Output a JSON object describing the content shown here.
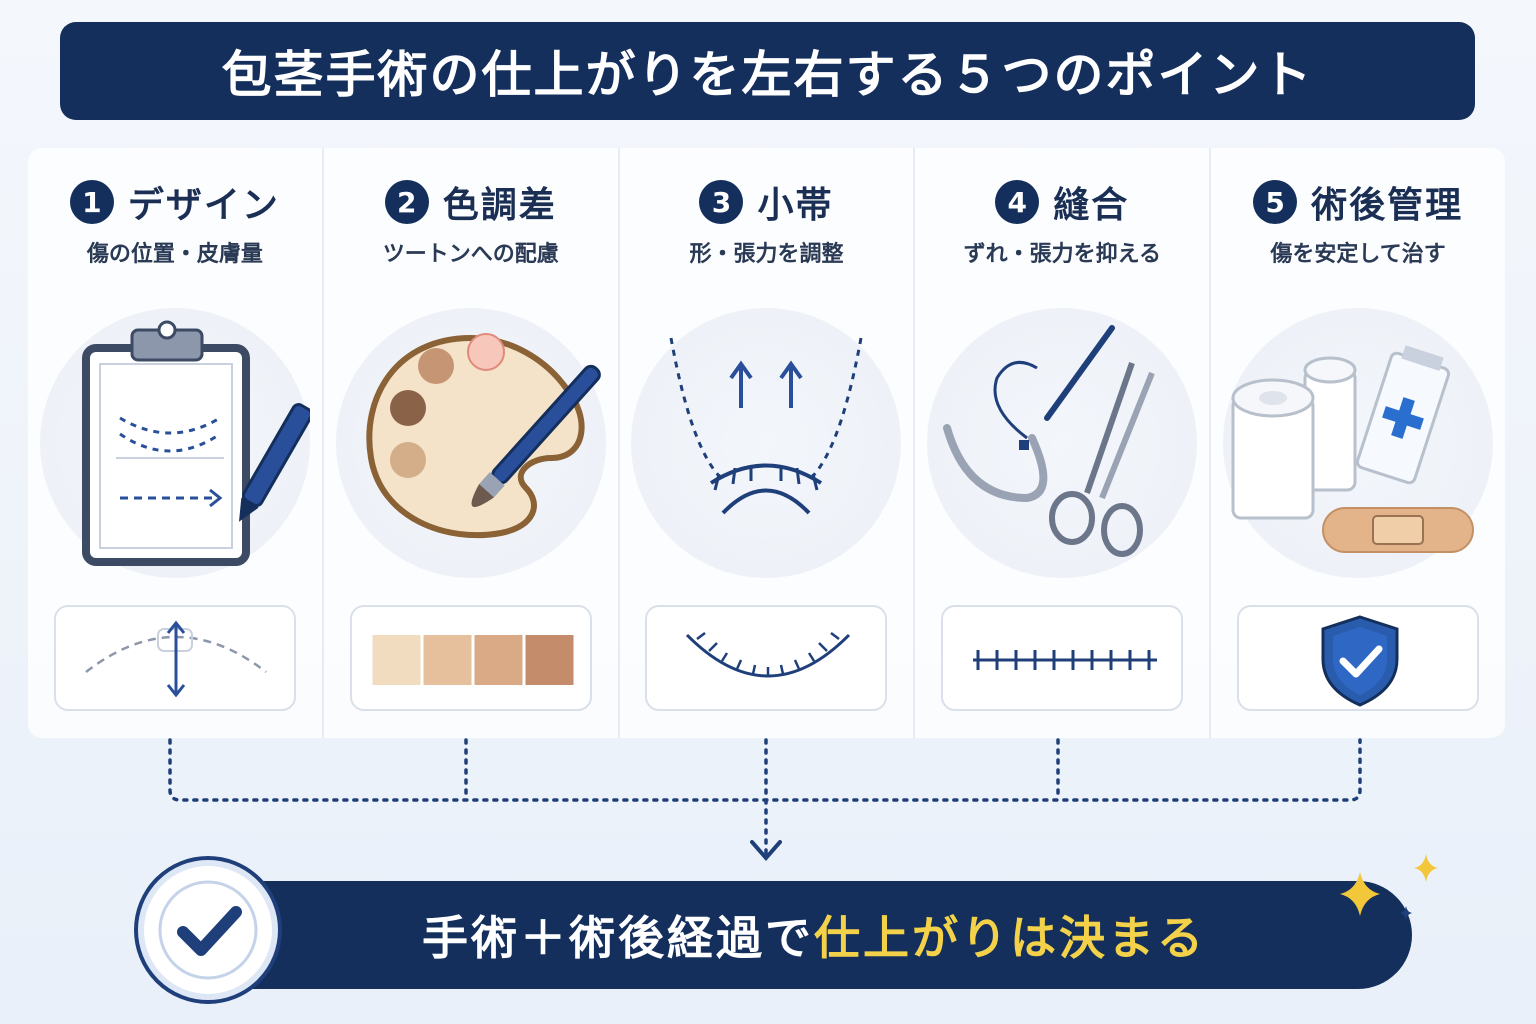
{
  "title": "包茎手術の仕上がりを左右する５つのポイント",
  "points": [
    {
      "num": "1",
      "title": "デザイン",
      "subtitle": "傷の位置・皮膚量",
      "icon": "clipboard-pen-icon",
      "mini_icon": "vertical-adjust-icon"
    },
    {
      "num": "2",
      "title": "色調差",
      "subtitle": "ツートンへの配慮",
      "icon": "palette-brush-icon",
      "mini_icon": "skin-tone-swatches",
      "swatch_colors": [
        "#f1dcc0",
        "#e6c09d",
        "#d9aa85",
        "#c48c6a"
      ]
    },
    {
      "num": "3",
      "title": "小帯",
      "subtitle": "形・張力を調整",
      "icon": "frenulum-suture-icon",
      "mini_icon": "curved-suture-icon"
    },
    {
      "num": "4",
      "title": "縫合",
      "subtitle": "ずれ・張力を抑える",
      "icon": "needle-scissors-icon",
      "mini_icon": "straight-suture-icon"
    },
    {
      "num": "5",
      "title": "術後管理",
      "subtitle": "傷を安定して治す",
      "icon": "bandage-ointment-icon",
      "mini_icon": "shield-check-icon"
    }
  ],
  "result": {
    "prefix": "手術＋術後経過で",
    "highlight": "仕上がりは決まる",
    "icon": "check-icon"
  },
  "colors": {
    "navy": "#142f5c",
    "accent_blue": "#2a4f9a",
    "highlight_yellow": "#f3d24a"
  }
}
